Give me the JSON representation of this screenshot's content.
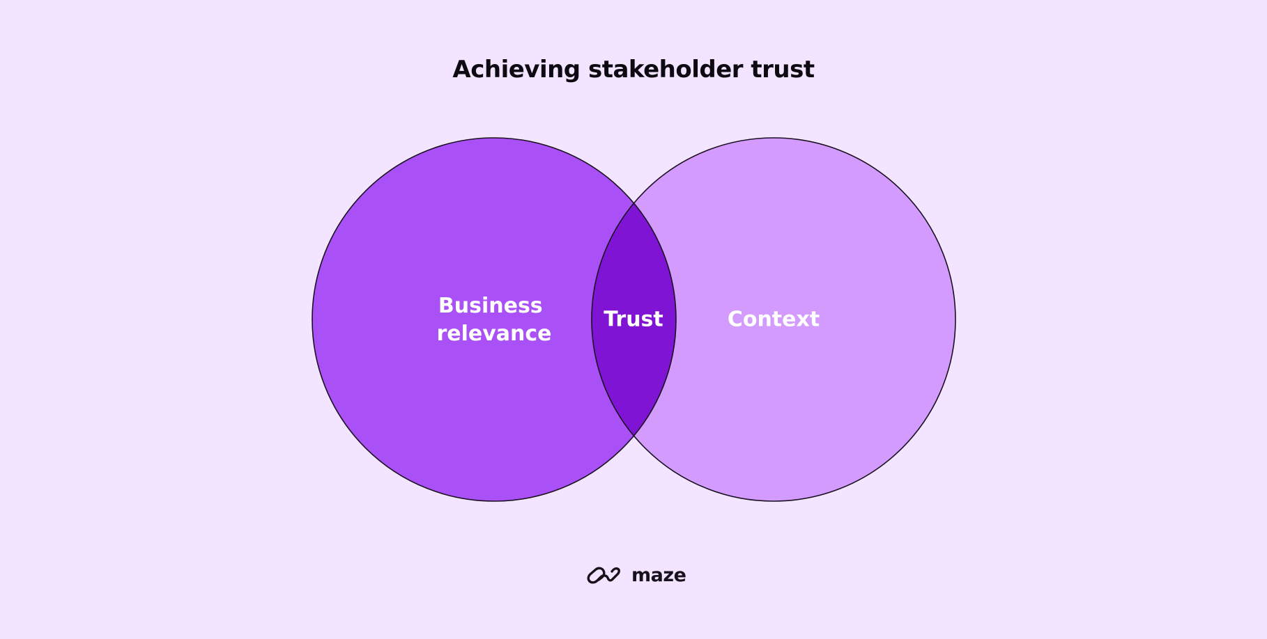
{
  "title": "Achieving stakeholder trust",
  "diagram": {
    "sets": [
      {
        "id": "left",
        "label_lines": [
          "Business",
          "relevance"
        ],
        "color": "#a951f6"
      },
      {
        "id": "right",
        "label_lines": [
          "Context"
        ],
        "color": "#d39bfe"
      }
    ],
    "intersection": {
      "label": "Trust",
      "color": "#8014d5"
    },
    "outline_color": "#1a1020",
    "label_color": "#ffffff"
  },
  "brand": {
    "name": "maze",
    "icon": "maze-logo-icon"
  },
  "colors": {
    "background": "#f3e5ff",
    "title": "#0d0a12"
  }
}
